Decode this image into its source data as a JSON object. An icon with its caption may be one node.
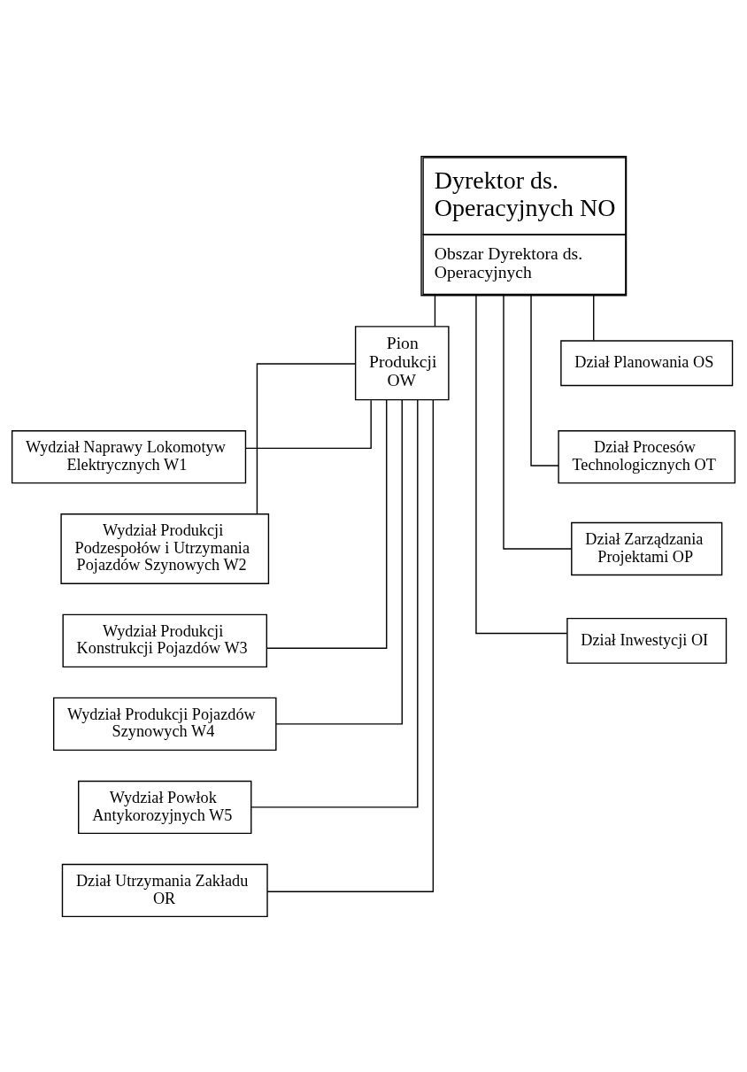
{
  "diagram": {
    "nodes": [
      {
        "text": [
          "Dyrektor ds. Operacyjnych NO",
          "Obszar Dyrektora ds. Operacyjnych"
        ]
      },
      {
        "text": [
          "Pion Produkcji OW"
        ]
      },
      {
        "text": [
          "Dział Planowania OS"
        ]
      },
      {
        "text": [
          "Dział Procesów Technologicznych OT"
        ]
      },
      {
        "text": [
          "Dział Zarządzania Projektami OP"
        ]
      },
      {
        "text": [
          "Dział Inwestycji OI"
        ]
      },
      {
        "text": [
          "Wydział Naprawy Lokomotyw Elektrycznych W1"
        ]
      },
      {
        "text": [
          "Wydział Produkcji Podzespołów i Utrzymania Pojazdów Szynowych W2"
        ]
      },
      {
        "text": [
          "Wydział Produkcji Konstrukcji Pojazdów W3"
        ]
      },
      {
        "text": [
          "Wydział Produkcji Pojazdów Szynowych W4"
        ]
      },
      {
        "text": [
          "Wydział Powłok Antykorozyjnych W5"
        ]
      },
      {
        "text": [
          "Dział Utrzymania Zakładu OR"
        ]
      }
    ],
    "edges": [
      {
        "from": 0,
        "to": 1,
        "arrow": "none"
      },
      {
        "from": 0,
        "to": 2,
        "arrow": "none"
      },
      {
        "from": 0,
        "to": 3,
        "arrow": "none"
      },
      {
        "from": 0,
        "to": 4,
        "arrow": "none"
      },
      {
        "from": 0,
        "to": 5,
        "arrow": "none"
      },
      {
        "from": 1,
        "to": 6,
        "arrow": "none"
      },
      {
        "from": 1,
        "to": 7,
        "arrow": "none"
      },
      {
        "from": 1,
        "to": 8,
        "arrow": "none"
      },
      {
        "from": 1,
        "to": 9,
        "arrow": "none"
      },
      {
        "from": 1,
        "to": 10,
        "arrow": "none"
      },
      {
        "from": 1,
        "to": 11,
        "arrow": "none"
      }
    ]
  }
}
